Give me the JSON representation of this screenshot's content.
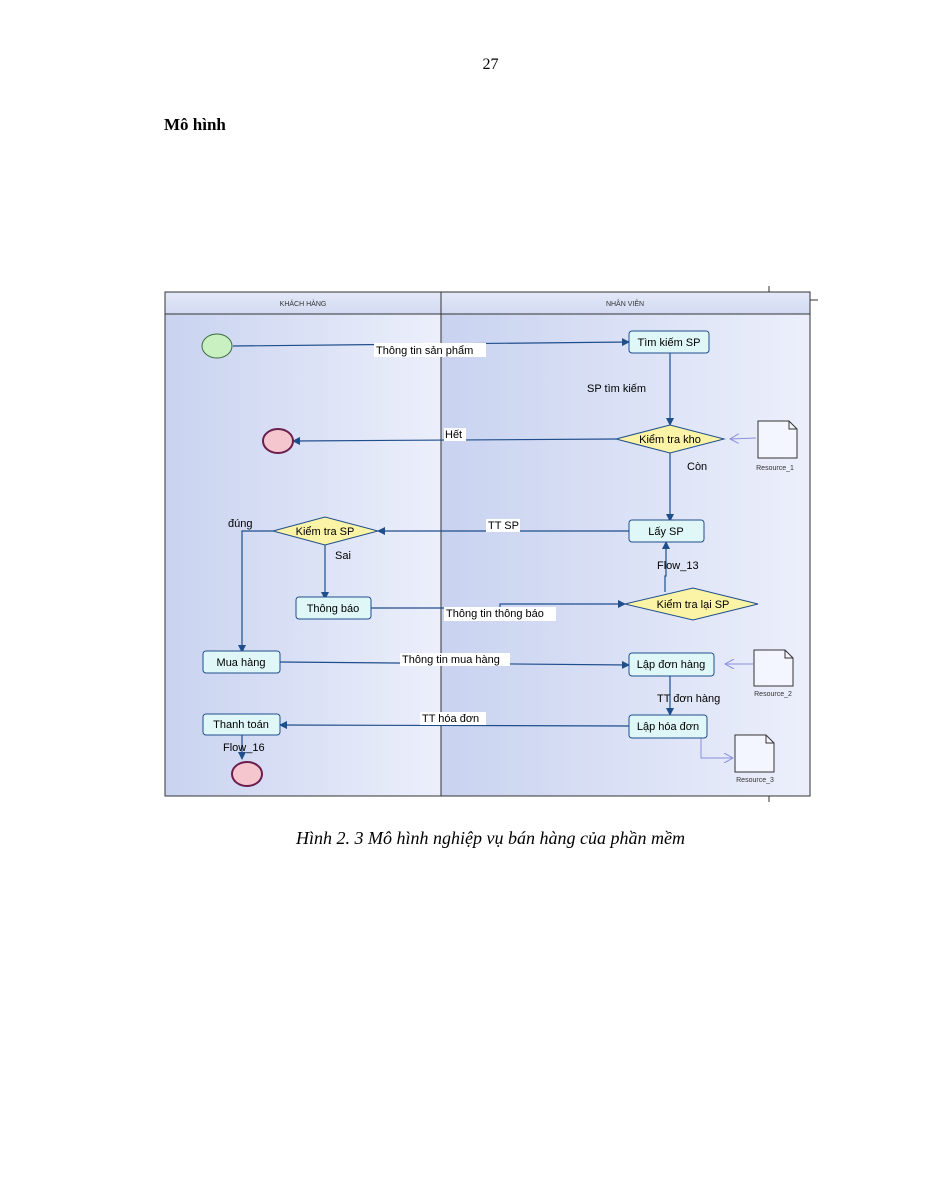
{
  "page": {
    "number": "27",
    "heading": "Mô hình",
    "caption": "Hình 2. 3 Mô hình nghiệp vụ bán hàng của phần mềm"
  },
  "diagram": {
    "lanes": {
      "left": "KHÁCH HÀNG",
      "right": "NHÂN VIÊN"
    },
    "activities": {
      "tim_kiem_sp": "Tìm kiếm SP",
      "lay_sp": "Lấy SP",
      "thong_bao": "Thông báo",
      "mua_hang": "Mua hàng",
      "lap_don_hang": "Lập đơn hàng",
      "lap_hoa_don": "Lập hóa đơn",
      "thanh_toan": "Thanh toán"
    },
    "decisions": {
      "kiem_tra_kho": "Kiểm tra kho",
      "kiem_tra_sp": "Kiểm tra SP",
      "kiem_tra_lai_sp": "Kiểm tra lại SP"
    },
    "resources": {
      "r1": "Resource_1",
      "r2": "Resource_2",
      "r3": "Resource_3"
    },
    "flows": {
      "thong_tin_san_pham": "Thông tin sản phẩm",
      "sp_tim_kiem": "SP tìm kiếm",
      "het": "Hết",
      "con": "Còn",
      "tt_sp": "TT SP",
      "dung": "đúng",
      "sai": "Sai",
      "flow_13": "Flow_13",
      "thong_tin_thong_bao": "Thông tin thông báo",
      "thong_tin_mua_hang": "Thông tin mua hàng",
      "tt_don_hang": "TT đơn hàng",
      "tt_hoa_don": "TT hóa đơn",
      "flow_16": "Flow_16"
    },
    "colors": {
      "activity_fill": "#dff7f7",
      "decision_fill": "#fbf3a6",
      "start_fill": "#c8f0c0",
      "end_fill": "#f6c6cf",
      "line": "#1f4e8c"
    }
  }
}
